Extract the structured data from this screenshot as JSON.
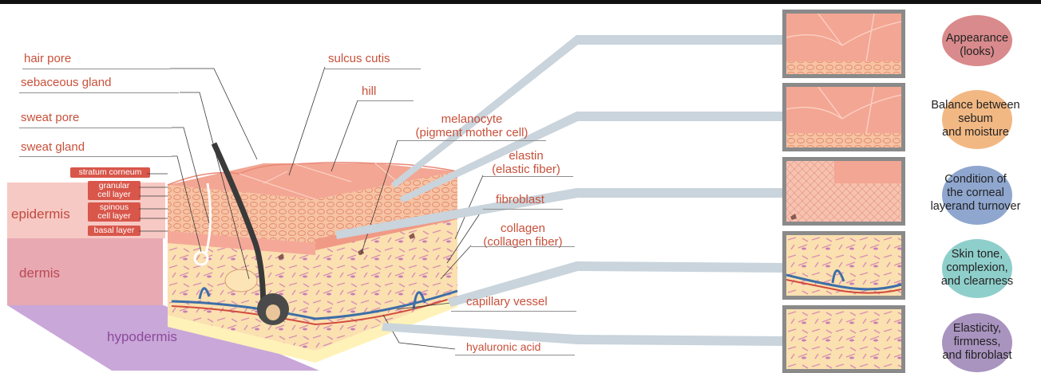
{
  "labels": {
    "hair_pore": "hair pore",
    "sebaceous_gland": "sebaceous gland",
    "sweat_pore": "sweat pore",
    "sweat_gland": "sweat gland",
    "sulcus_cutis": "sulcus cutis",
    "hill": "hill",
    "melanocyte": "melanocyte",
    "melanocyte_sub": "(pigment mother cell)",
    "elastin": "elastin",
    "elastin_sub": "(elastic fiber)",
    "fibroblast": "fibroblast",
    "collagen": "collagen",
    "collagen_sub": "(collagen fiber)",
    "capillary_vessel": "capillary vessel",
    "hyaluronic_acid": "hyaluronic acid"
  },
  "layers": {
    "stratum_corneum": "stratum corneum",
    "granular_1": "granular",
    "granular_2": "cell layer",
    "spinous_1": "spinous",
    "spinous_2": "cell layer",
    "basal": "basal layer",
    "epidermis": "epidermis",
    "dermis": "dermis",
    "hypodermis": "hypodermis"
  },
  "functions": [
    {
      "lines": [
        "Appearance",
        "(looks)"
      ],
      "color": "#d98a8c"
    },
    {
      "lines": [
        "Balance between",
        "sebum",
        "and moisture"
      ],
      "color": "#f2b883"
    },
    {
      "lines": [
        "Condition of",
        "the corneal",
        "layerand turnover"
      ],
      "color": "#8fa6cf"
    },
    {
      "lines": [
        "Skin tone,",
        "complexion,",
        "and clearness"
      ],
      "color": "#8fcfcb"
    },
    {
      "lines": [
        "Elasticity,",
        "firmness,",
        "and fibroblast"
      ],
      "color": "#a993bf"
    }
  ],
  "colors": {
    "label_red": "#c8503a",
    "epidermis_band": "#f7c9c4",
    "dermis_band": "#e8a9b2",
    "hypodermis_band": "#c9a7d9",
    "connector": "#c9d4dc"
  }
}
